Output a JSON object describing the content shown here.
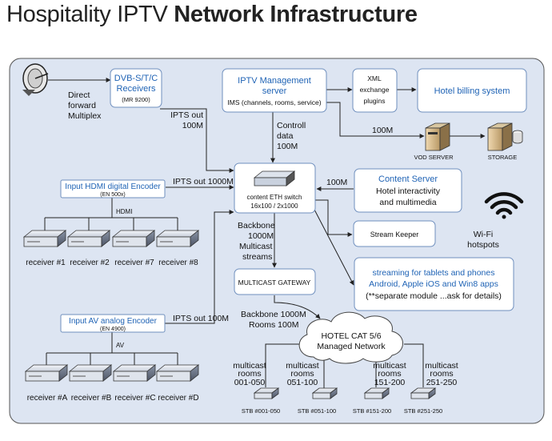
{
  "title": {
    "light": "Hospitality IPTV",
    "bold": "Network Infrastructure"
  },
  "colors": {
    "panel_bg": "#dde5f2",
    "panel_border": "#555555",
    "box_border": "#6f8fbe",
    "blue_text": "#1f63b5",
    "line": "#222222"
  },
  "boxes": {
    "dvb": {
      "title": "DVB-S/T/C",
      "title2": "Receivers",
      "sub": "(MR 9200)"
    },
    "iptv": {
      "title": "IPTV Management",
      "title2": "server",
      "sub": "IMS (channels, rooms, service)"
    },
    "xml": {
      "line1": "XML",
      "line2": "exchange",
      "line3": "plugins"
    },
    "billing": {
      "label": "Hotel billing system"
    },
    "switch": {
      "line1": "content ETH switch",
      "line2": "16x100 / 2x1000"
    },
    "content_server": {
      "title": "Content Server",
      "line1": "Hotel interactivity",
      "line2": "and multimedia"
    },
    "hdmi_encoder": {
      "title": "Input HDMI digital Encoder",
      "sub": "(EN 500x)"
    },
    "av_encoder": {
      "title": "Input AV analog Encoder",
      "sub": "(EN 4900)"
    },
    "stream_keeper": {
      "label": "Stream Keeper"
    },
    "multicast_gateway": {
      "label": "MULTICAST GATEWAY"
    },
    "streaming": {
      "line1": "streaming for tablets and phones",
      "line2": "Android, Apple iOS and Win8 apps",
      "line3": "(**separate module ...ask for details)"
    },
    "network_cloud": {
      "line1": "HOTEL CAT 5/6",
      "line2": "Managed Network"
    }
  },
  "labels": {
    "direct": [
      "Direct",
      "forward",
      "Multiplex"
    ],
    "ipts_out_100m": [
      "IPTS out",
      "100M"
    ],
    "control_data": [
      "Controll",
      "data",
      "100M"
    ],
    "m100_vod": "100M",
    "vod_server": "VOD SERVER",
    "storage": "STORAGE",
    "ipts_out_1000m": "IPTS out 1000M",
    "m100_content": "100M",
    "hdmi": "HDMI",
    "av": "AV",
    "backbone": [
      "Backbone",
      "1000M",
      "Multicast",
      "streams"
    ],
    "wifi": [
      "Wi-Fi",
      "hotspots"
    ],
    "ipts_out_100m_av": "IPTS out 100M",
    "backbone2": [
      "Backbone 1000M",
      "Rooms 100M"
    ]
  },
  "receivers_hdmi": [
    "receiver #1",
    "receiver #2",
    "receiver #7",
    "receiver #8"
  ],
  "receivers_av": [
    "receiver #A",
    "receiver #B",
    "receiver #C",
    "receiver #D"
  ],
  "rooms": [
    {
      "line1": "multicast",
      "line2": "rooms",
      "line3": "001-050",
      "stb": "STB #001-050"
    },
    {
      "line1": "multicast",
      "line2": "rooms",
      "line3": "051-100",
      "stb": "STB #051-100"
    },
    {
      "line1": "multicast",
      "line2": "rooms",
      "line3": "151-200",
      "stb": "STB #151-200"
    },
    {
      "line1": "multicast",
      "line2": "rooms",
      "line3": "251-250",
      "stb": "STB #251-250"
    }
  ]
}
